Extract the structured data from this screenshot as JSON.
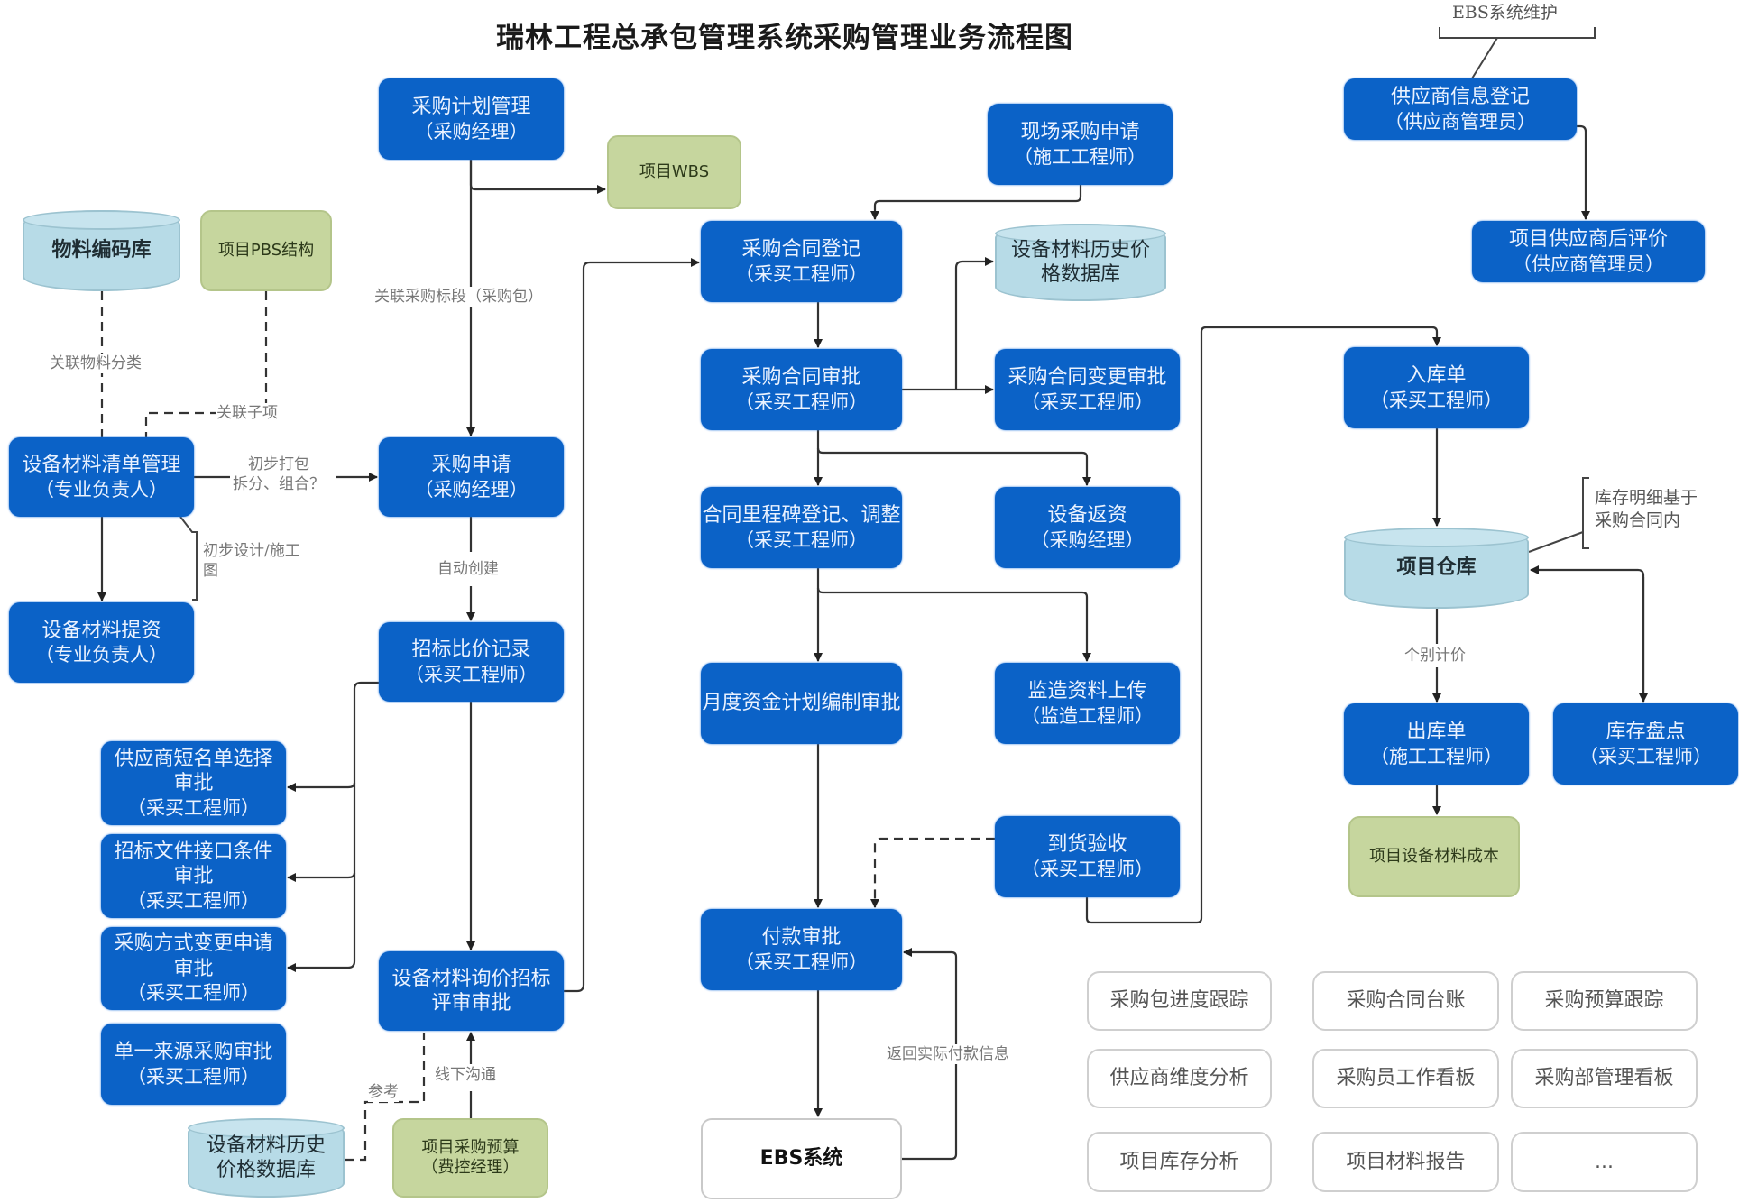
{
  "title": "瑞林工程总承包管理系统采购管理业务流程图",
  "nodes": {
    "purchase_plan": {
      "name": "采购计划管理",
      "role": "（采购经理）"
    },
    "project_wbs": {
      "name": "项目WBS"
    },
    "material_code_db": {
      "name": "物料编码库"
    },
    "project_pbs": {
      "name": "项目PBS结构"
    },
    "bom_mgmt": {
      "name": "设备材料清单管理",
      "role": "（专业负责人）"
    },
    "material_submit": {
      "name": "设备材料提资",
      "role": "（专业负责人）"
    },
    "purchase_request": {
      "name": "采购申请",
      "role": "（采购经理）"
    },
    "bid_compare": {
      "name": "招标比价记录",
      "role": "（采买工程师）"
    },
    "shortlist_approval": {
      "name": "供应商短名单选择",
      "name2": "审批",
      "role": "（采买工程师）"
    },
    "bid_doc_approval": {
      "name": "招标文件接口条件",
      "name2": "审批",
      "role": "（采买工程师）"
    },
    "method_change_approval": {
      "name": "采购方式变更申请",
      "name2": "审批",
      "role": "（采买工程师）"
    },
    "single_source_approval": {
      "name": "单一来源采购审批",
      "role": "（采买工程师）"
    },
    "inquiry_review": {
      "name": "设备材料询价招标",
      "name2": "评审审批"
    },
    "history_price_db_bottom": {
      "name": "设备材料历史",
      "name2": "价格数据库"
    },
    "project_budget": {
      "name": "项目采购预算",
      "role": "（费控经理）"
    },
    "site_request": {
      "name": "现场采购申请",
      "role": "（施工工程师）"
    },
    "contract_register": {
      "name": "采购合同登记",
      "role": "（采买工程师）"
    },
    "history_price_db_top": {
      "name": "设备材料历史价",
      "name2": "格数据库"
    },
    "contract_approval": {
      "name": "采购合同审批",
      "role": "（采买工程师）"
    },
    "contract_change": {
      "name": "采购合同变更审批",
      "role": "（采买工程师）"
    },
    "milestone": {
      "name": "合同里程碑登记、调整",
      "role": "（采买工程师）"
    },
    "equipment_docs": {
      "name": "设备返资",
      "role": "（采购经理）"
    },
    "monthly_fund": {
      "name": "月度资金计划编制审批"
    },
    "supervision_upload": {
      "name": "监造资料上传",
      "role": "（监造工程师）"
    },
    "arrival_check": {
      "name": "到货验收",
      "role": "（采买工程师）"
    },
    "payment_approval": {
      "name": "付款审批",
      "role": "（采买工程师）"
    },
    "ebs_system": {
      "name": "EBS系统"
    },
    "supplier_register": {
      "name": "供应商信息登记",
      "role": "（供应商管理员）"
    },
    "supplier_evaluation": {
      "name": "项目供应商后评价",
      "role": "（供应商管理员）"
    },
    "stock_in": {
      "name": "入库单",
      "role": "（采买工程师）"
    },
    "warehouse": {
      "name": "项目仓库"
    },
    "stock_out": {
      "name": "出库单",
      "role": "（施工工程师）"
    },
    "inventory_count": {
      "name": "库存盘点",
      "role": "（采买工程师）"
    },
    "material_cost": {
      "name": "项目设备材料成本"
    }
  },
  "labels": {
    "ebs_maintenance": "EBS系统维护",
    "link_material_class": "关联物料分类",
    "link_sub_item": "关联子项",
    "link_bid_section": "关联采购标段（采购包）",
    "initial_pack_1": "初步打包",
    "initial_pack_2": "拆分、组合？",
    "design_drawing_1": "初步设计/施工",
    "design_drawing_2": "图",
    "auto_create": "自动创建",
    "reference": "参考",
    "offline_comm": "线下沟通",
    "return_payment": "返回实际付款信息",
    "inventory_note_1": "库存明细基于",
    "inventory_note_2": "采购合同内",
    "individual_pricing": "个别计价"
  },
  "reports": [
    "采购包进度跟踪",
    "采购合同台账",
    "采购预算跟踪",
    "供应商维度分析",
    "采购员工作看板",
    "采购部管理看板",
    "项目库存分析",
    "项目材料报告",
    "..."
  ],
  "colors": {
    "process": "#0b62c7",
    "external": "#c6d69e",
    "database": "#b7dbe7",
    "line": "#333333"
  }
}
